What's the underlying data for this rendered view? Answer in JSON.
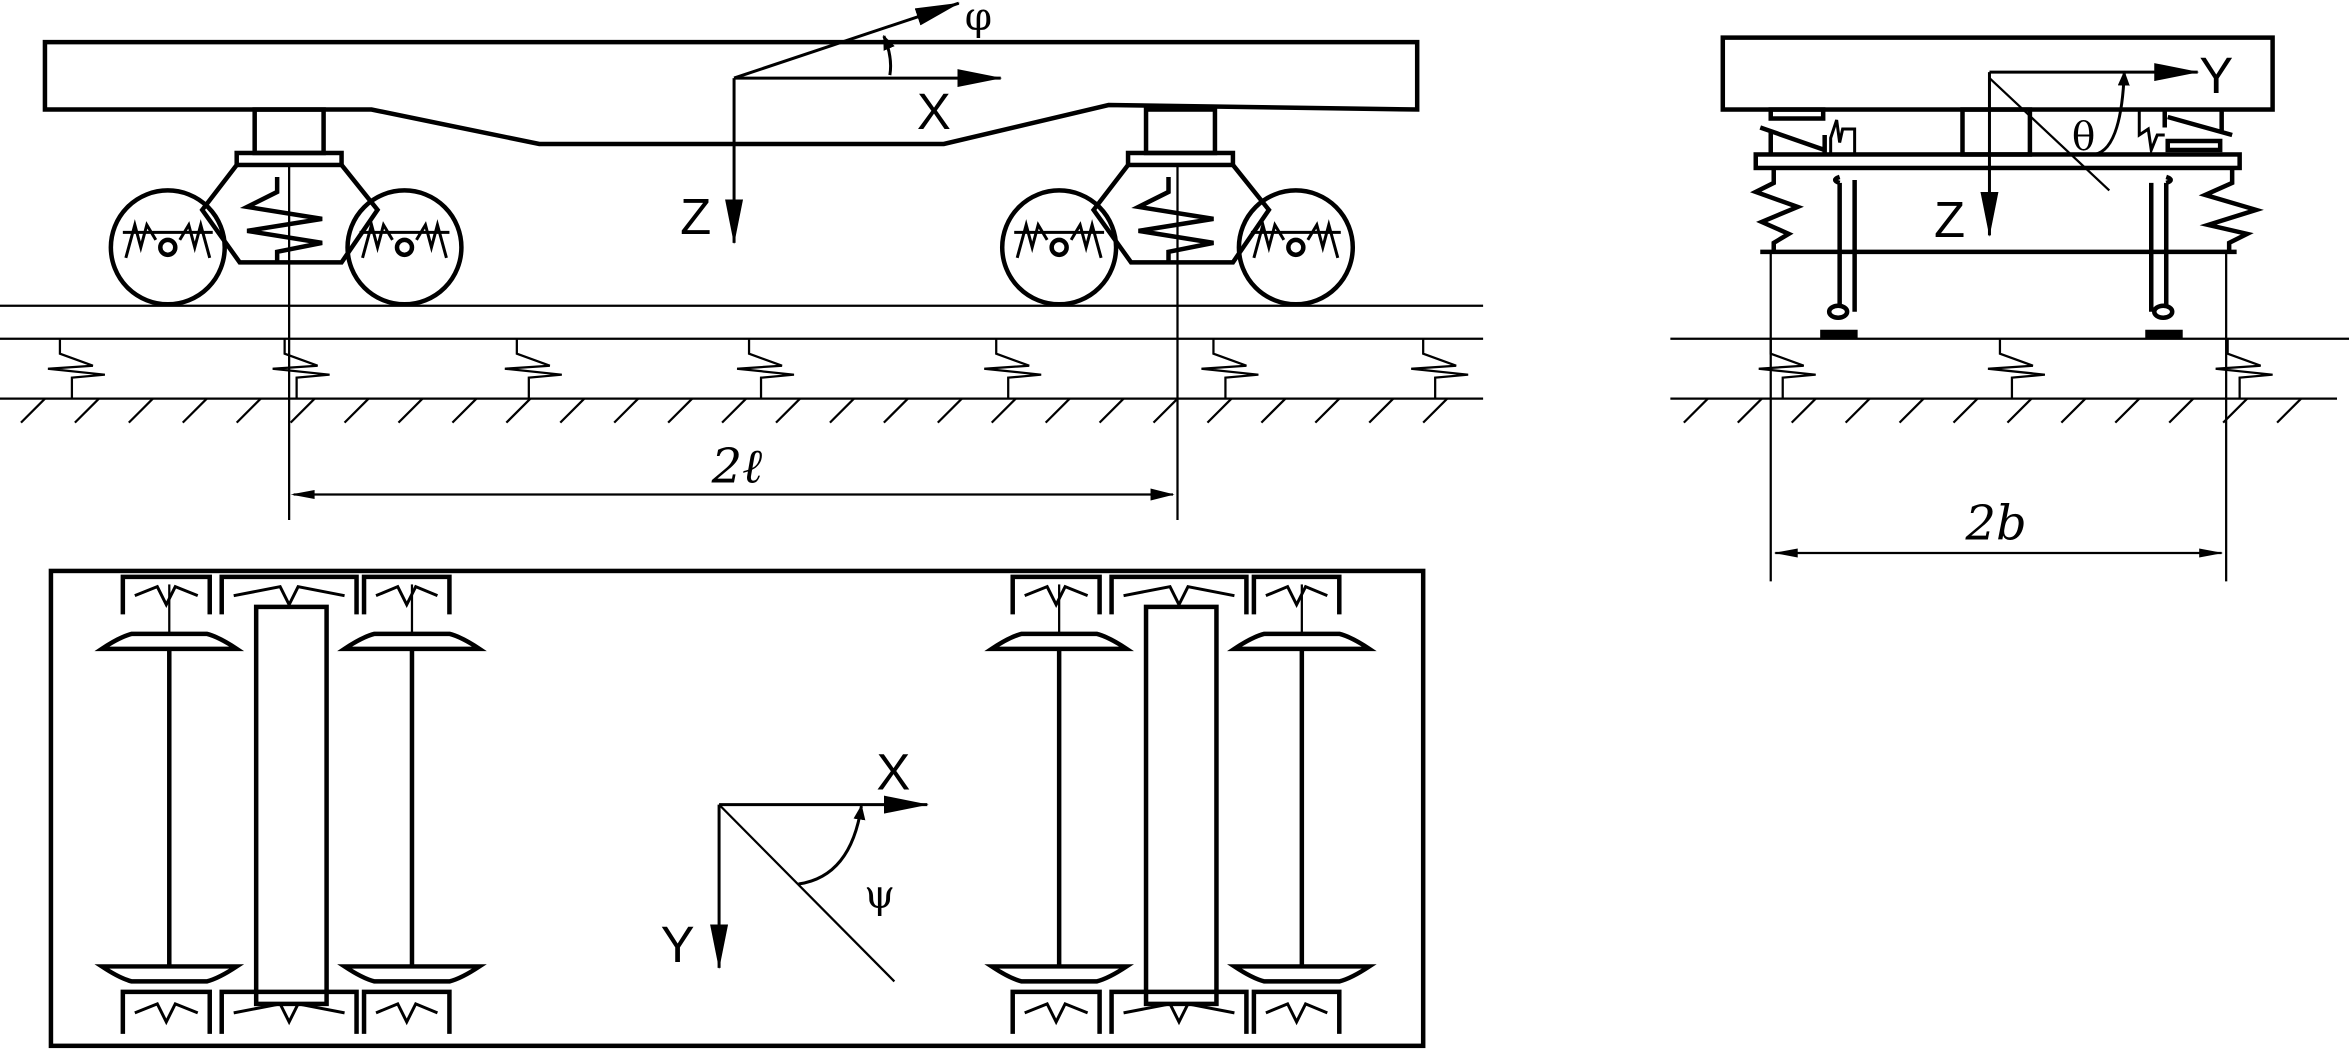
{
  "side_view": {
    "axis_x": "X",
    "axis_z": "Z",
    "angle_pitch": "φ",
    "dimension": "2ℓ"
  },
  "end_view": {
    "axis_y": "Y",
    "axis_z": "Z",
    "angle_roll": "θ",
    "dimension": "2b"
  },
  "plan_view": {
    "axis_x": "X",
    "axis_y": "Y",
    "angle_yaw": "ψ"
  }
}
